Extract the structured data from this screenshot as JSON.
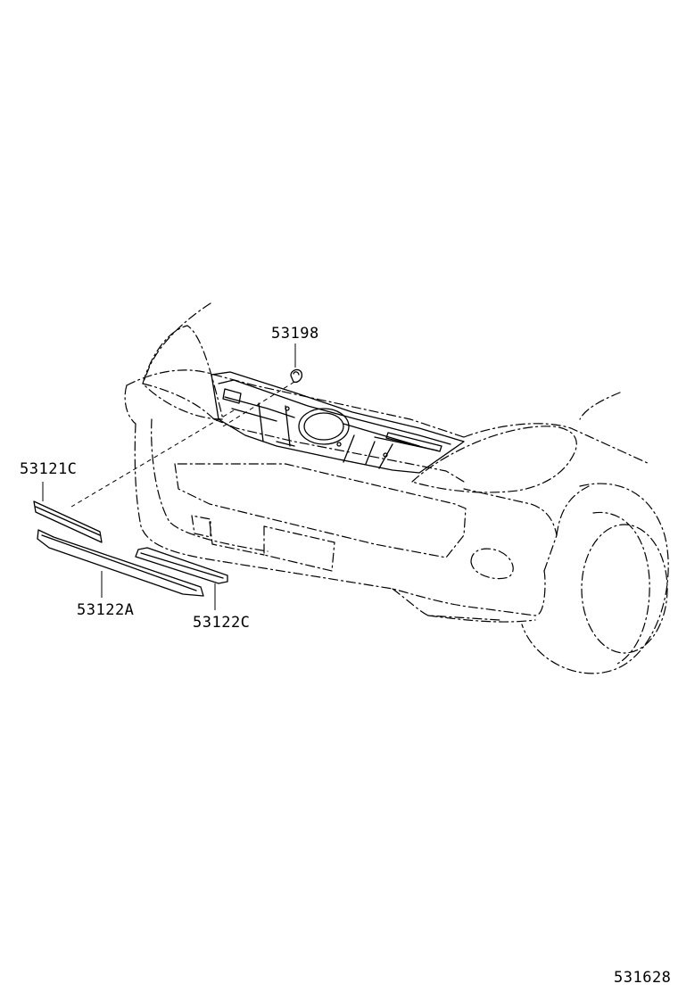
{
  "labels": {
    "clip": "53198",
    "upper_molding": "53121C",
    "lower_molding_center": "53122A",
    "lower_molding_side": "53122C",
    "figure_number": "531628"
  }
}
